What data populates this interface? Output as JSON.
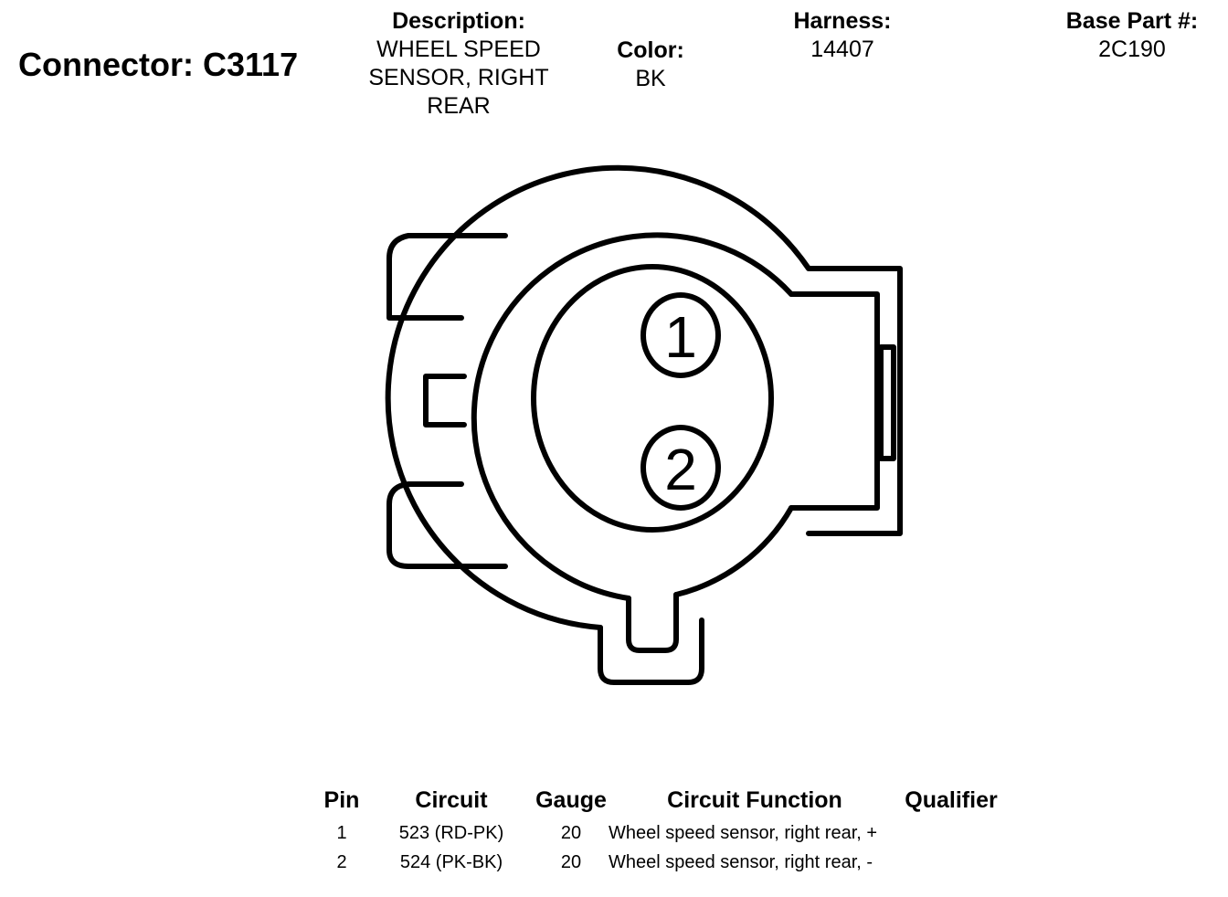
{
  "connector": {
    "title": "Connector: C3117",
    "description_label": "Description:",
    "description_lines": [
      "WHEEL SPEED",
      "SENSOR, RIGHT",
      "REAR"
    ],
    "color_label": "Color:",
    "color_value": "BK",
    "harness_label": "Harness:",
    "harness_value": "14407",
    "base_part_label": "Base Part #:",
    "base_part_value": "2C190"
  },
  "diagram": {
    "pin_labels": [
      "1",
      "2"
    ]
  },
  "pin_table": {
    "headers": {
      "pin": "Pin",
      "circuit": "Circuit",
      "gauge": "Gauge",
      "function": "Circuit Function",
      "qualifier": "Qualifier"
    },
    "rows": [
      {
        "pin": "1",
        "circuit": "523 (RD-PK)",
        "gauge": "20",
        "function": "Wheel speed sensor, right rear, +",
        "qualifier": ""
      },
      {
        "pin": "2",
        "circuit": "524 (PK-BK)",
        "gauge": "20",
        "function": "Wheel speed sensor, right rear, -",
        "qualifier": ""
      }
    ]
  }
}
